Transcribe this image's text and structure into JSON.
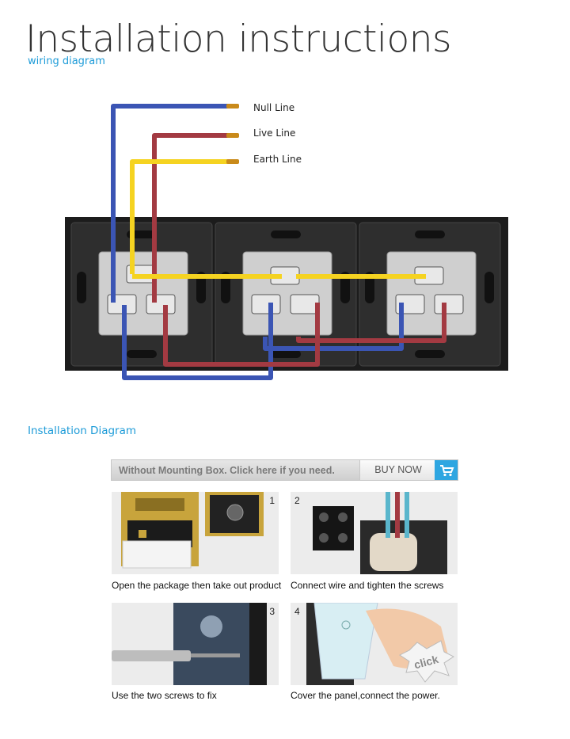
{
  "header": {
    "title": "Installation instructions",
    "subtitle": "wiring diagram"
  },
  "wiring": {
    "labels": {
      "null": "Null Line",
      "live": "Live Line",
      "earth": "Earth Line"
    },
    "colors": {
      "null": "#3b55b4",
      "live": "#a33a42",
      "earth": "#f5d321",
      "panel": "#1e1e1e",
      "socket": "#cfcfcf"
    }
  },
  "installation": {
    "heading": "Installation Diagram",
    "banner": {
      "text": "Without Mounting Box. Click here if you need.",
      "button": "BUY NOW",
      "icon": "cart-icon"
    },
    "steps": [
      {
        "number": "1",
        "caption": "Open the package then take out product"
      },
      {
        "number": "2",
        "caption": "Connect wire and tighten the screws"
      },
      {
        "number": "3",
        "caption": "Use the two screws to fix"
      },
      {
        "number": "4",
        "caption": "Cover the panel,connect the power.",
        "badge": "click"
      }
    ]
  }
}
